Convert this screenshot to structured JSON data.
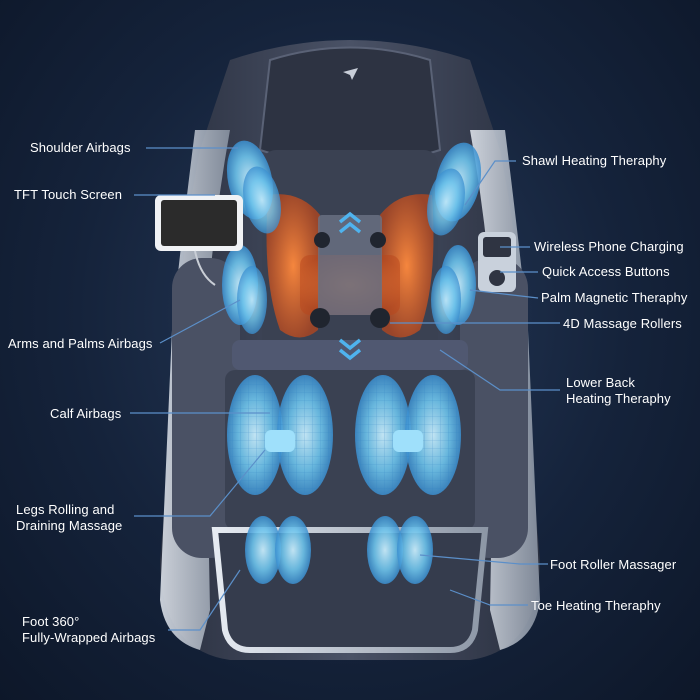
{
  "labels": {
    "shoulder_airbags": "Shoulder Airbags",
    "tft_touch_screen": "TFT Touch Screen",
    "arms_palms_airbags": "Arms and Palms Airbags",
    "calf_airbags": "Calf Airbags",
    "legs_rolling_line1": "Legs Rolling and",
    "legs_rolling_line2": "Draining Massage",
    "foot_360_line1": "Foot 360°",
    "foot_360_line2": "Fully-Wrapped Airbags",
    "shawl_heating": "Shawl Heating Theraphy",
    "wireless_charging": "Wireless Phone Charging",
    "quick_access": "Quick Access Buttons",
    "palm_magnetic": "Palm Magnetic Theraphy",
    "massage_rollers": "4D Massage Rollers",
    "lower_back_line1": "Lower Back",
    "lower_back_line2": "Heating Theraphy",
    "foot_roller": "Foot Roller Massager",
    "toe_heating": "Toe Heating Theraphy"
  },
  "colors": {
    "background": "#15233b",
    "chair_shell": "#3e4557",
    "chair_trim": "#c9d1dc",
    "airbag": "#7fd0f2",
    "heating": "#e0682a",
    "leader_line": "#5b8fc9"
  },
  "icons": [
    "chevron-up-icon",
    "chevron-down-icon",
    "brand-logo-icon"
  ]
}
